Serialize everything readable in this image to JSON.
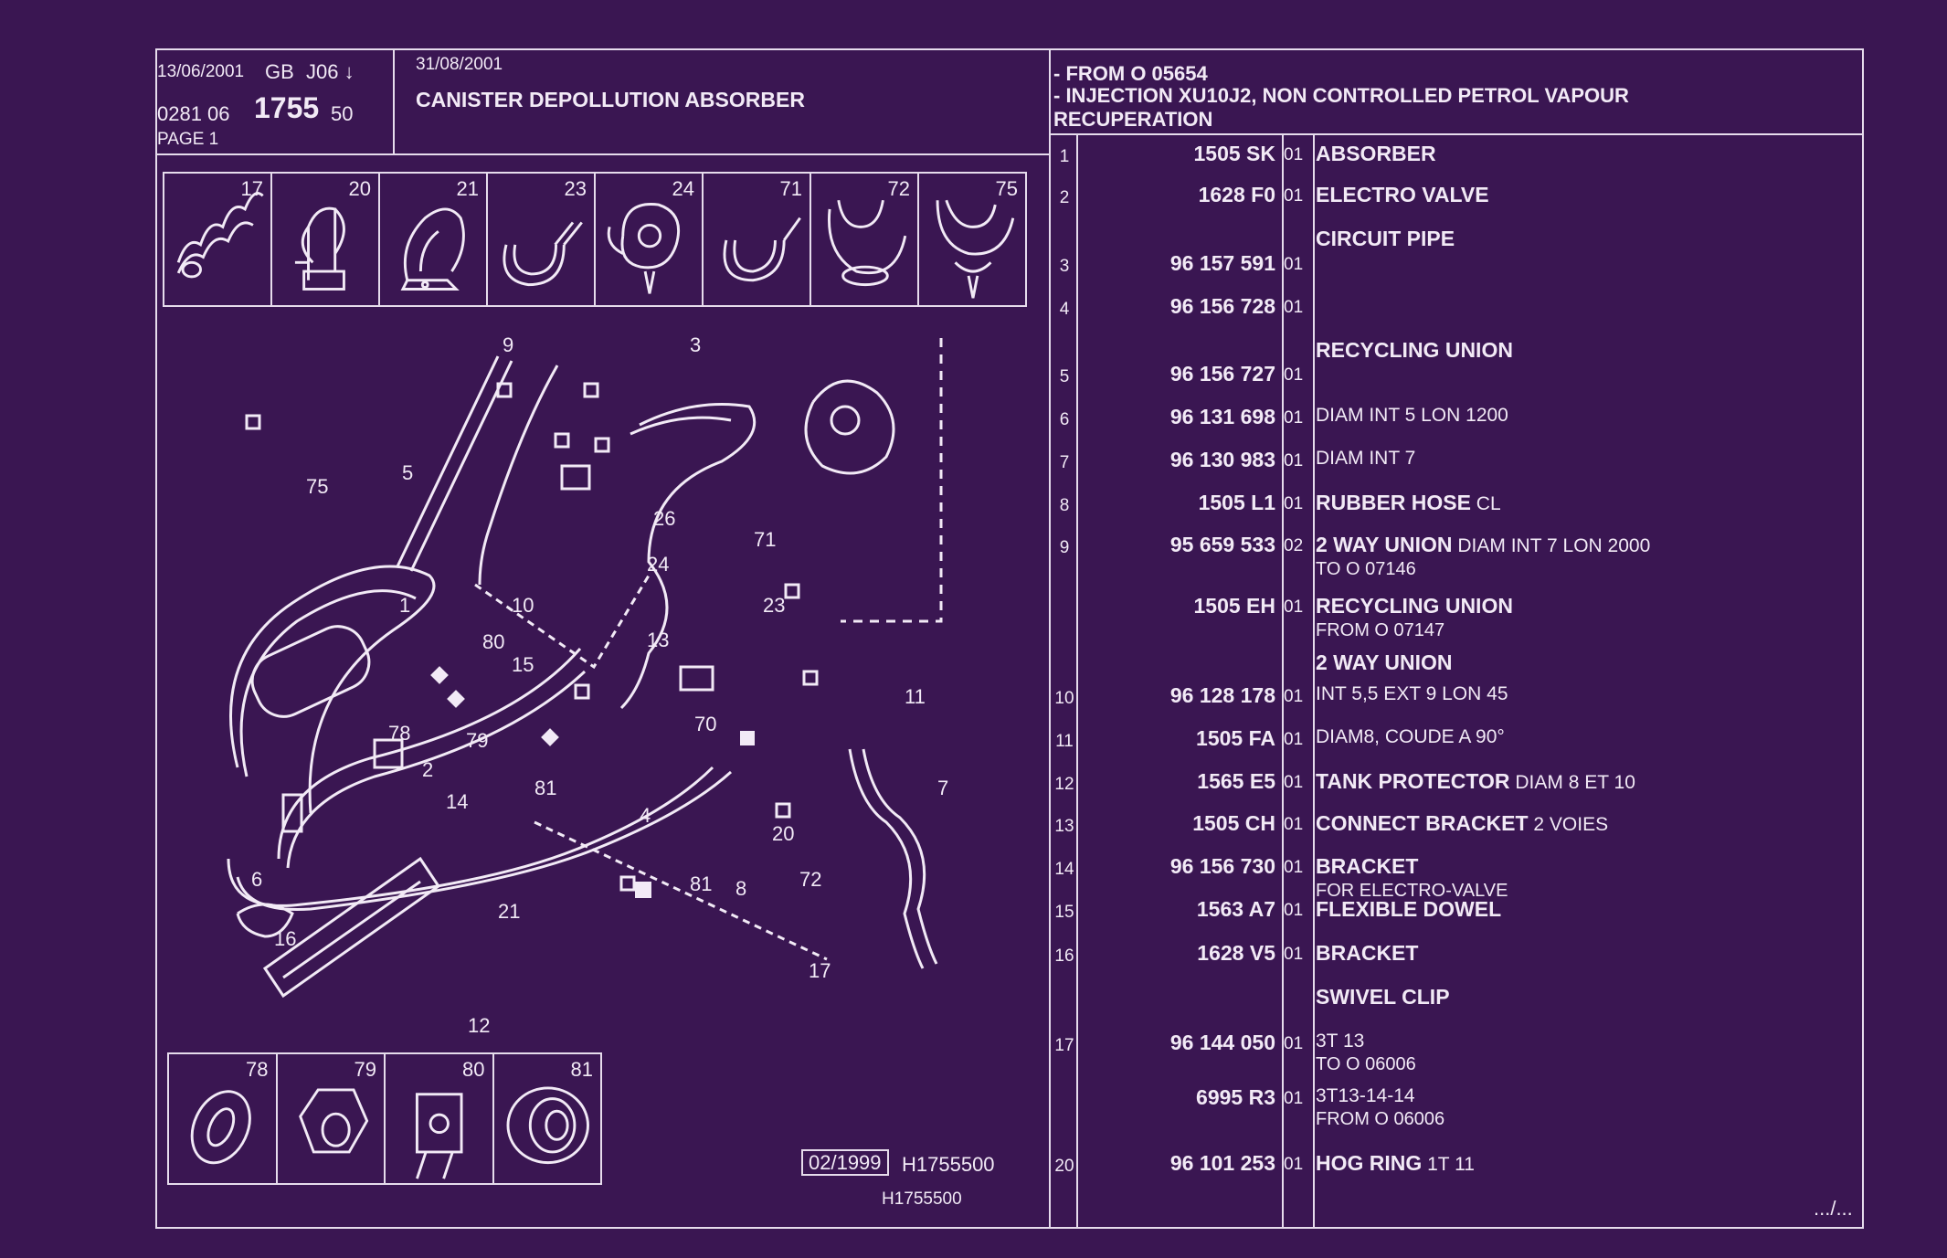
{
  "header": {
    "date1": "13/06/2001",
    "country": "GB",
    "code": "J06 ↓",
    "ref_prefix": "0281 06",
    "ref_main": "1755",
    "ref_suffix": "50",
    "page": "PAGE 1",
    "date2": "31/08/2001",
    "title": "CANISTER DEPOLLUTION ABSORBER",
    "note1": "- FROM O 05654",
    "note2": "- INJECTION XU10J2, NON CONTROLLED PETROL VAPOUR",
    "note3": "RECUPERATION"
  },
  "top_thumbs": [
    "17",
    "20",
    "21",
    "23",
    "24",
    "71",
    "72",
    "75"
  ],
  "bottom_thumbs": [
    "78",
    "79",
    "80",
    "81"
  ],
  "diagram_labels": [
    "9",
    "3",
    "75",
    "5",
    "26",
    "71",
    "24",
    "1",
    "10",
    "80",
    "15",
    "23",
    "13",
    "11",
    "78",
    "79",
    "70",
    "2",
    "14",
    "81",
    "4",
    "20",
    "7",
    "72",
    "6",
    "21",
    "81",
    "8",
    "16",
    "17",
    "12"
  ],
  "footer": {
    "stamp": "02/1999",
    "code": "H1755500",
    "code2": "H1755500",
    "continue": ".../..."
  },
  "parts": [
    {
      "idx": "1",
      "ref": "1505 SK",
      "qty": "01",
      "title": "ABSORBER",
      "extra": "",
      "sub": ""
    },
    {
      "idx": "2",
      "ref": "1628 F0",
      "qty": "01",
      "title": "ELECTRO VALVE",
      "extra": "",
      "sub": ""
    },
    {
      "idx": "",
      "ref": "",
      "qty": "",
      "title": "CIRCUIT PIPE",
      "extra": "",
      "sub": ""
    },
    {
      "idx": "3",
      "ref": "96 157 591",
      "qty": "01",
      "title": "",
      "extra": "",
      "sub": ""
    },
    {
      "idx": "4",
      "ref": "96 156 728",
      "qty": "01",
      "title": "",
      "extra": "",
      "sub": ""
    },
    {
      "idx": "",
      "ref": "",
      "qty": "",
      "title": "RECYCLING UNION",
      "extra": "",
      "sub": ""
    },
    {
      "idx": "5",
      "ref": "96 156 727",
      "qty": "01",
      "title": "",
      "extra": "",
      "sub": ""
    },
    {
      "idx": "6",
      "ref": "96 131 698",
      "qty": "01",
      "title": "",
      "extra": "DIAM INT 5 LON 1200",
      "sub": ""
    },
    {
      "idx": "7",
      "ref": "96 130 983",
      "qty": "01",
      "title": "",
      "extra": "DIAM INT 7",
      "sub": ""
    },
    {
      "idx": "8",
      "ref": "1505 L1",
      "qty": "01",
      "title": "RUBBER HOSE",
      "extra": " CL",
      "sub": ""
    },
    {
      "idx": "9",
      "ref": "95 659 533",
      "qty": "02",
      "title": "2 WAY UNION",
      "extra": " DIAM INT 7 LON 2000",
      "sub": "TO O 07146"
    },
    {
      "idx": "",
      "ref": "1505 EH",
      "qty": "01",
      "title": "RECYCLING UNION",
      "extra": "",
      "sub": "FROM O 07147"
    },
    {
      "idx": "",
      "ref": "",
      "qty": "",
      "title": "2 WAY UNION",
      "extra": "",
      "sub": ""
    },
    {
      "idx": "10",
      "ref": "96 128 178",
      "qty": "01",
      "title": "",
      "extra": "INT 5,5 EXT 9 LON 45",
      "sub": ""
    },
    {
      "idx": "11",
      "ref": "1505 FA",
      "qty": "01",
      "title": "",
      "extra": "DIAM8, COUDE A 90°",
      "sub": ""
    },
    {
      "idx": "12",
      "ref": "1565 E5",
      "qty": "01",
      "title": "TANK PROTECTOR",
      "extra": " DIAM 8 ET 10",
      "sub": ""
    },
    {
      "idx": "13",
      "ref": "1505 CH",
      "qty": "01",
      "title": "CONNECT BRACKET",
      "extra": " 2 VOIES",
      "sub": ""
    },
    {
      "idx": "14",
      "ref": "96 156 730",
      "qty": "01",
      "title": "BRACKET",
      "extra": "",
      "sub": "FOR ELECTRO-VALVE"
    },
    {
      "idx": "15",
      "ref": "1563 A7",
      "qty": "01",
      "title": "FLEXIBLE DOWEL",
      "extra": "",
      "sub": ""
    },
    {
      "idx": "16",
      "ref": "1628 V5",
      "qty": "01",
      "title": "BRACKET",
      "extra": "",
      "sub": ""
    },
    {
      "idx": "",
      "ref": "",
      "qty": "",
      "title": "SWIVEL CLIP",
      "extra": "",
      "sub": ""
    },
    {
      "idx": "17",
      "ref": "96 144 050",
      "qty": "01",
      "title": "",
      "extra": "3T 13",
      "sub": "TO O 06006"
    },
    {
      "idx": "",
      "ref": "6995 R3",
      "qty": "01",
      "title": "",
      "extra": "3T13-14-14",
      "sub": "FROM O 06006"
    },
    {
      "idx": "20",
      "ref": "96 101 253",
      "qty": "01",
      "title": "HOG RING",
      "extra": " 1T 11",
      "sub": ""
    }
  ]
}
